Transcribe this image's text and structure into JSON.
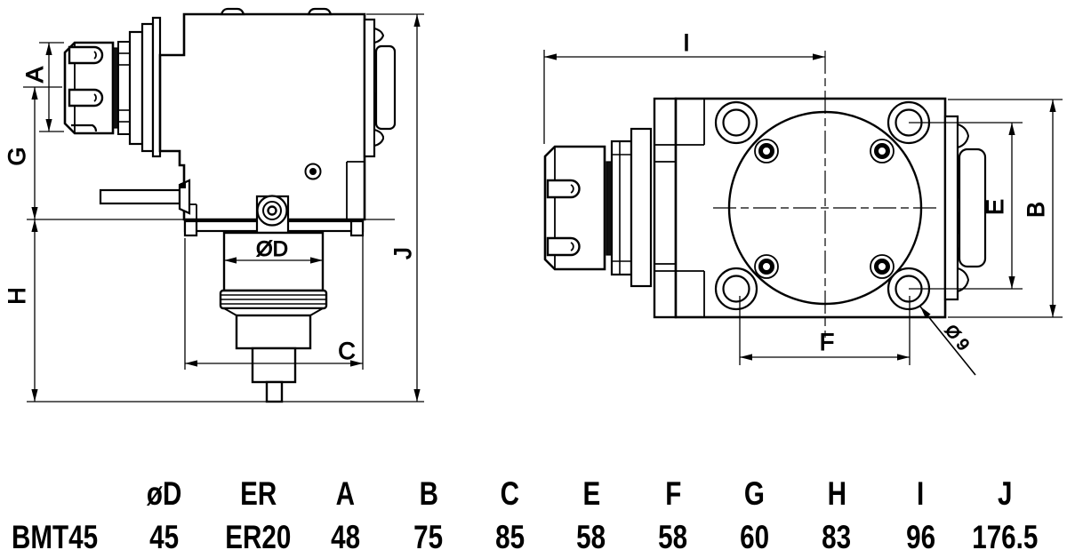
{
  "drawing": {
    "ink": "#000000",
    "paper": "#ffffff",
    "side_view": {
      "dim_a": "A",
      "dim_g": "G",
      "dim_h": "H",
      "dim_d": "ØD",
      "dim_c": "C",
      "dim_j": "J"
    },
    "front_view": {
      "dim_i": "I",
      "dim_e": "E",
      "dim_b": "B",
      "dim_f": "F",
      "dim_hole": "Ø 9"
    }
  },
  "table": {
    "row_label": "BMT45",
    "columns": [
      "øD",
      "ER",
      "A",
      "B",
      "C",
      "E",
      "F",
      "G",
      "H",
      "I",
      "J"
    ],
    "values": [
      "45",
      "ER20",
      "48",
      "75",
      "85",
      "58",
      "58",
      "60",
      "83",
      "96",
      "176.5"
    ]
  }
}
